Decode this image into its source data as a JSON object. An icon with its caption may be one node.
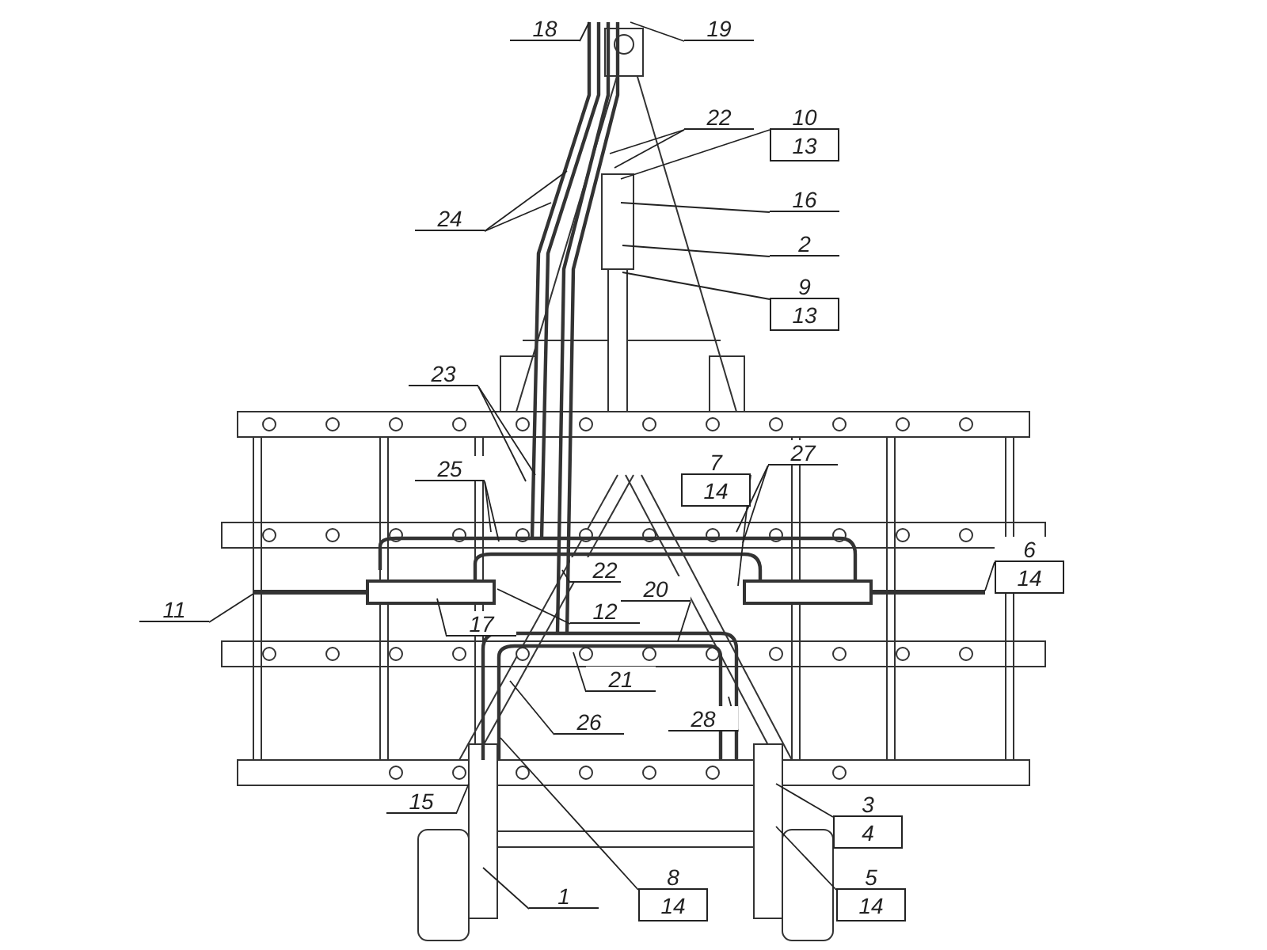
{
  "diagram": {
    "nodes": [
      {
        "text": [
          "18"
        ]
      },
      {
        "text": [
          "19"
        ]
      },
      {
        "text": [
          "22"
        ]
      },
      {
        "text": [
          "10",
          "13"
        ]
      },
      {
        "text": [
          "16"
        ]
      },
      {
        "text": [
          "24"
        ]
      },
      {
        "text": [
          "2"
        ]
      },
      {
        "text": [
          "9",
          "13"
        ]
      },
      {
        "text": [
          "23"
        ]
      },
      {
        "text": [
          "25"
        ]
      },
      {
        "text": [
          "7",
          "14"
        ]
      },
      {
        "text": [
          "27"
        ]
      },
      {
        "text": [
          "6",
          "14"
        ]
      },
      {
        "text": [
          "11"
        ]
      },
      {
        "text": [
          "17"
        ]
      },
      {
        "text": [
          "22"
        ]
      },
      {
        "text": [
          "12"
        ]
      },
      {
        "text": [
          "20"
        ]
      },
      {
        "text": [
          "21"
        ]
      },
      {
        "text": [
          "26"
        ]
      },
      {
        "text": [
          "28"
        ]
      },
      {
        "text": [
          "15"
        ]
      },
      {
        "text": [
          "3",
          "4"
        ]
      },
      {
        "text": [
          "8",
          "14"
        ]
      },
      {
        "text": [
          "1"
        ]
      },
      {
        "text": [
          "5",
          "14"
        ]
      }
    ],
    "edges": [
      {
        "from": 0,
        "to": null,
        "arrow": "none"
      },
      {
        "from": 1,
        "to": null,
        "arrow": "none"
      },
      {
        "from": 2,
        "to": null,
        "arrow": "none"
      },
      {
        "from": 2,
        "to": null,
        "arrow": "none"
      },
      {
        "from": 3,
        "to": null,
        "arrow": "none"
      },
      {
        "from": 4,
        "to": null,
        "arrow": "none"
      },
      {
        "from": 5,
        "to": null,
        "arrow": "none"
      },
      {
        "from": 5,
        "to": null,
        "arrow": "none"
      },
      {
        "from": 6,
        "to": null,
        "arrow": "none"
      },
      {
        "from": 7,
        "to": null,
        "arrow": "none"
      },
      {
        "from": 8,
        "to": null,
        "arrow": "none"
      },
      {
        "from": 8,
        "to": null,
        "arrow": "none"
      },
      {
        "from": 9,
        "to": null,
        "arrow": "none"
      },
      {
        "from": 9,
        "to": null,
        "arrow": "none"
      },
      {
        "from": 10,
        "to": null,
        "arrow": "none"
      },
      {
        "from": 11,
        "to": null,
        "arrow": "none"
      },
      {
        "from": 11,
        "to": null,
        "arrow": "none"
      },
      {
        "from": 12,
        "to": null,
        "arrow": "none"
      },
      {
        "from": 13,
        "to": null,
        "arrow": "none"
      },
      {
        "from": 14,
        "to": null,
        "arrow": "none"
      },
      {
        "from": 15,
        "to": null,
        "arrow": "none"
      },
      {
        "from": 16,
        "to": null,
        "arrow": "none"
      },
      {
        "from": 17,
        "to": null,
        "arrow": "none"
      },
      {
        "from": 18,
        "to": null,
        "arrow": "none"
      },
      {
        "from": 19,
        "to": null,
        "arrow": "none"
      },
      {
        "from": 20,
        "to": null,
        "arrow": "none"
      },
      {
        "from": 21,
        "to": null,
        "arrow": "none"
      },
      {
        "from": 22,
        "to": null,
        "arrow": "none"
      },
      {
        "from": 23,
        "to": null,
        "arrow": "none"
      },
      {
        "from": 24,
        "to": null,
        "arrow": "none"
      },
      {
        "from": 25,
        "to": null,
        "arrow": "none"
      }
    ]
  }
}
